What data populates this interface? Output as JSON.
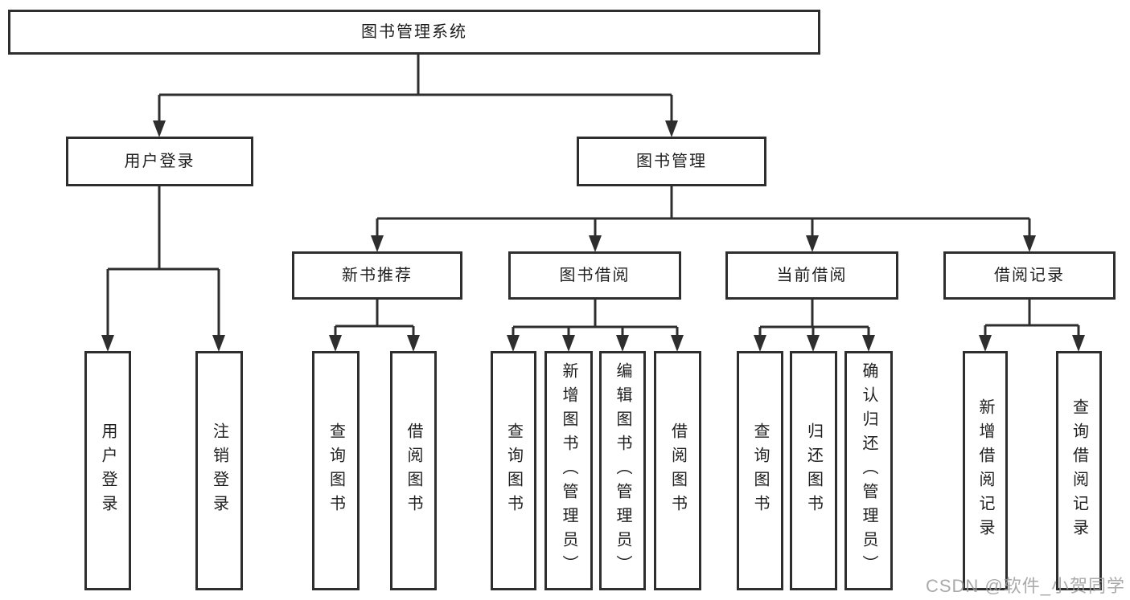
{
  "diagram": {
    "type": "tree",
    "title": "图书管理系统",
    "watermark": "CSDN @软件_小贺同学",
    "colors": {
      "line": "#2e2e2e",
      "box_border": "#2e2e2e",
      "box_background": "#ffffff",
      "text": "#1f1f1f",
      "watermark": "#9b9b9b"
    },
    "nodes": [
      {
        "id": "root",
        "label": "图书管理系统"
      },
      {
        "id": "user-login",
        "label": "用户登录"
      },
      {
        "id": "book-management",
        "label": "图书管理"
      },
      {
        "id": "user-login-action",
        "label": "用户登录"
      },
      {
        "id": "logout",
        "label": "注销登录"
      },
      {
        "id": "new-book-recommend",
        "label": "新书推荐"
      },
      {
        "id": "book-borrowing",
        "label": "图书借阅"
      },
      {
        "id": "current-borrowing",
        "label": "当前借阅"
      },
      {
        "id": "borrowing-records",
        "label": "借阅记录"
      },
      {
        "id": "query-books-nb",
        "label": "查询图书"
      },
      {
        "id": "borrow-books-nb",
        "label": "借阅图书"
      },
      {
        "id": "query-books-bb",
        "label": "查询图书"
      },
      {
        "id": "add-book-admin",
        "label": "新增图书（管理员）"
      },
      {
        "id": "edit-book-admin",
        "label": "编辑图书（管理员）"
      },
      {
        "id": "borrow-books-bb",
        "label": "借阅图书"
      },
      {
        "id": "query-books-cb",
        "label": "查询图书"
      },
      {
        "id": "return-books",
        "label": "归还图书"
      },
      {
        "id": "confirm-return-admin",
        "label": "确认归还（管理员）"
      },
      {
        "id": "add-borrow-record",
        "label": "新增借阅记录"
      },
      {
        "id": "query-borrow-record",
        "label": "查询借阅记录"
      }
    ],
    "edges": [
      {
        "from": "root",
        "to": "user-login"
      },
      {
        "from": "root",
        "to": "book-management"
      },
      {
        "from": "user-login",
        "to": "user-login-action"
      },
      {
        "from": "user-login",
        "to": "logout"
      },
      {
        "from": "book-management",
        "to": "new-book-recommend"
      },
      {
        "from": "book-management",
        "to": "book-borrowing"
      },
      {
        "from": "book-management",
        "to": "current-borrowing"
      },
      {
        "from": "book-management",
        "to": "borrowing-records"
      },
      {
        "from": "new-book-recommend",
        "to": "query-books-nb"
      },
      {
        "from": "new-book-recommend",
        "to": "borrow-books-nb"
      },
      {
        "from": "book-borrowing",
        "to": "query-books-bb"
      },
      {
        "from": "book-borrowing",
        "to": "add-book-admin"
      },
      {
        "from": "book-borrowing",
        "to": "edit-book-admin"
      },
      {
        "from": "book-borrowing",
        "to": "borrow-books-bb"
      },
      {
        "from": "current-borrowing",
        "to": "query-books-cb"
      },
      {
        "from": "current-borrowing",
        "to": "return-books"
      },
      {
        "from": "current-borrowing",
        "to": "confirm-return-admin"
      },
      {
        "from": "borrowing-records",
        "to": "add-borrow-record"
      },
      {
        "from": "borrowing-records",
        "to": "query-borrow-record"
      }
    ]
  }
}
